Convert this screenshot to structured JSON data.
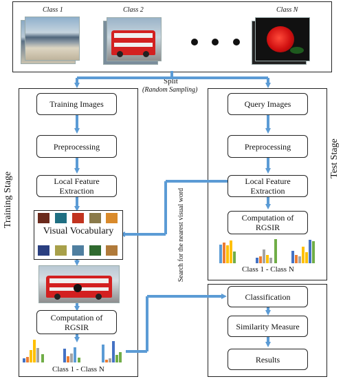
{
  "classes": {
    "first": "Class 1",
    "second": "Class 2",
    "last": "Class N"
  },
  "split": {
    "label": "Split",
    "sublabel": "(Random Sampling)"
  },
  "training": {
    "stage_label": "Training Stage",
    "training_images": "Training Images",
    "preprocessing": "Preprocessing",
    "local_feature": "Local Feature Extraction",
    "visual_vocabulary": "Visual Vocabulary",
    "computation": "Computation of RGSIR",
    "class_range": "Class 1 - Class N"
  },
  "test": {
    "stage_label": "Test Stage",
    "query_images": "Query Images",
    "preprocessing": "Preprocessing",
    "local_feature": "Local Feature Extraction",
    "computation": "Computation of RGSIR",
    "class_range": "Class 1 - Class N",
    "classification": "Classification",
    "similarity": "Similarity Measure",
    "results": "Results"
  },
  "search_label": "Search for the nearest visual word",
  "colors": {
    "arrow": "#5b9bd5",
    "bar_blue": "#4472c4",
    "bar_orange": "#ed7d31",
    "bar_gray": "#a5a5a5",
    "bar_yellow": "#ffc000",
    "bar_green": "#70ad47",
    "bar_lightblue": "#5b9bd5"
  }
}
